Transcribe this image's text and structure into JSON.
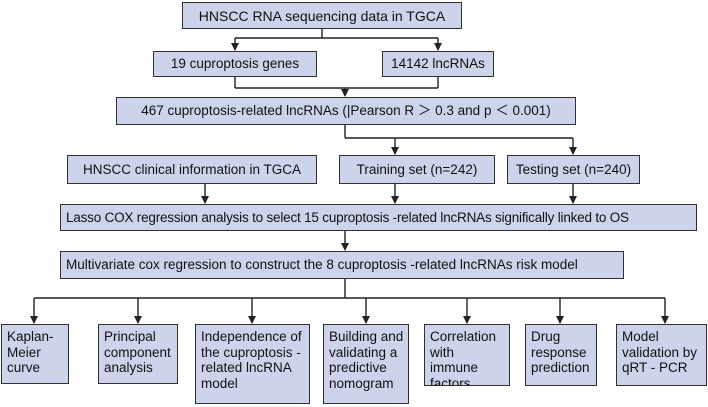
{
  "diagram": {
    "nodes": [
      {
        "id": "hnscc-rna",
        "text": "HNSCC RNA  sequencing data in TGCA"
      },
      {
        "id": "cuproptosis-genes",
        "text": "19 cuproptosis genes"
      },
      {
        "id": "lncrnas",
        "text": "14142 lncRNAs"
      },
      {
        "id": "related-lncrnas",
        "text": "467 cuproptosis-related lncRNAs (|Pearson R ＞ 0.3 and p ＜ 0.001)"
      },
      {
        "id": "clinical-info",
        "text": "HNSCC clinical information in TGCA"
      },
      {
        "id": "training-set",
        "text": "Training set (n=242)"
      },
      {
        "id": "testing-set",
        "text": "Testing set  (n=240)"
      },
      {
        "id": "lasso-cox",
        "text": "Lasso COX regression analysis to select 15 cuproptosis -related lncRNAs significally linked to OS"
      },
      {
        "id": "multivariate-cox",
        "text": "Multivariate  cox regression to construct the 8 cuproptosis -related lncRNAs risk model"
      },
      {
        "id": "km-curve",
        "text": "Kaplan-\nMeier curve"
      },
      {
        "id": "pca",
        "text": "Principal\ncomponent\nanalysis"
      },
      {
        "id": "independence",
        "text": "Independence of\nthe cuproptosis -\nrelated lncRNA\nmodel"
      },
      {
        "id": "nomogram",
        "text": "Building and\nvalidating a\npredictive\nnomogram"
      },
      {
        "id": "immune",
        "text": "Correlation\nwith immune\nfactors"
      },
      {
        "id": "drug",
        "text": "Drug\nresponse\nprediction"
      },
      {
        "id": "qrtpcr",
        "text": "Model\nvalidation by\nqRT - PCR"
      }
    ]
  },
  "colors": {
    "box_fill": "#cdd3ea",
    "box_border": "#303030",
    "arrow": "#222222"
  }
}
